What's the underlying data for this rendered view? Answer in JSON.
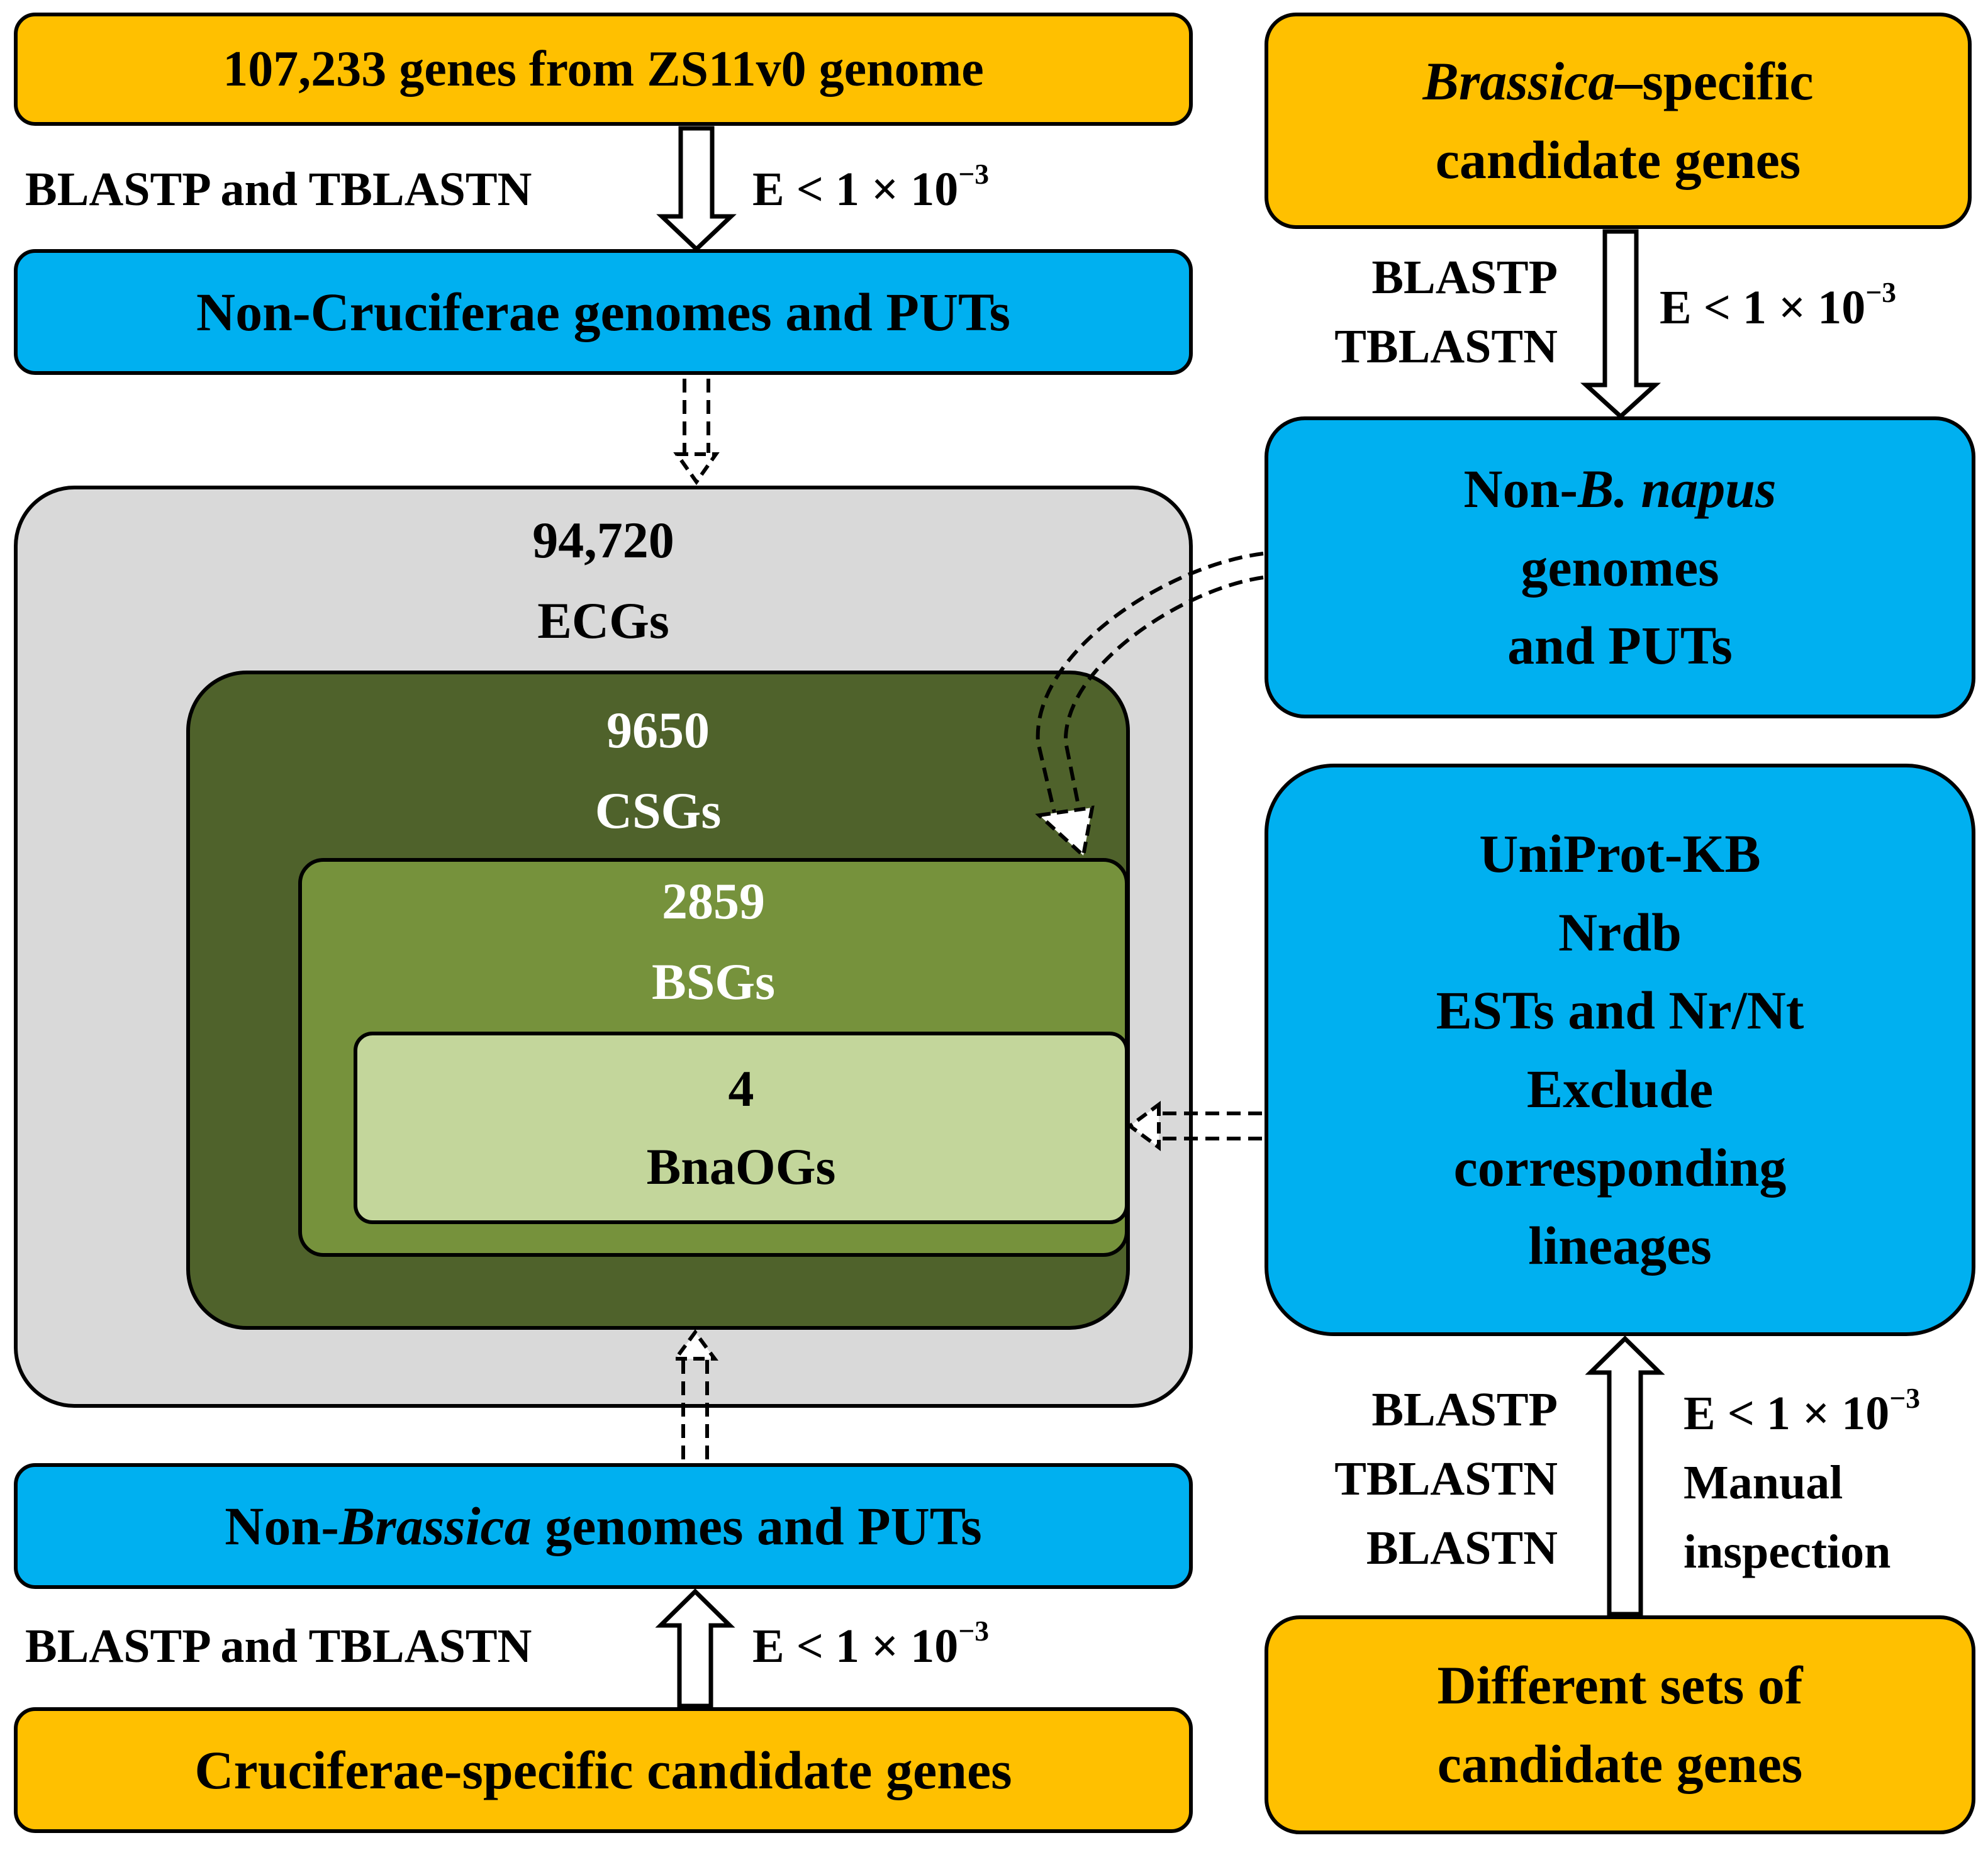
{
  "colors": {
    "input_box": "#ffc000",
    "database_box": "#00b0f0",
    "ecg_set": "#d9d9d9",
    "csg_set": "#4f622b",
    "bsg_set": "#76923c",
    "bnaog_set": "#c3d69b"
  },
  "boxes": {
    "zs11_genes": "107,233 genes from ZS11v0 genome",
    "non_cruciferae_db": "Non-Cruciferae genomes and PUTs",
    "brassica_candidates": {
      "line1_italic": "Brassica",
      "line1_rest": "–specific",
      "line2": "candidate genes"
    },
    "non_bnapus_db": {
      "line1_prefix": "Non-",
      "line1_italic": "B. napus",
      "line2": "genomes",
      "line3": "and PUTs"
    },
    "uniprot_db": [
      "UniProt-KB",
      "Nrdb",
      "ESTs and Nr/Nt",
      "Exclude",
      "corresponding",
      "lineages"
    ],
    "non_brassica_db": {
      "prefix": "Non-",
      "italic": "Brassica",
      "rest": " genomes and PUTs"
    },
    "cruciferae_candidates": "Cruciferae-specific candidate genes",
    "different_sets": [
      "Different sets of",
      "candidate genes"
    ]
  },
  "sets": {
    "ecg": {
      "count": "94,720",
      "name": "ECGs"
    },
    "csg": {
      "count": "9650",
      "name": "CSGs"
    },
    "bsg": {
      "count": "2859",
      "name": "BSGs"
    },
    "bnaog": {
      "count": "4",
      "name": "BnaOGs"
    }
  },
  "labels": {
    "top_left_method": "BLASTP and TBLASTN",
    "top_left_threshold": "E < 1 × 10",
    "top_right_method": [
      "BLASTP",
      "TBLASTN"
    ],
    "top_right_threshold": "E < 1 × 10",
    "bottom_left_method": "BLASTP and TBLASTN",
    "bottom_left_threshold": "E < 1 × 10",
    "bottom_right_method": [
      "BLASTP",
      "TBLASTN",
      "BLASTN"
    ],
    "bottom_right_threshold": "E < 1 × 10",
    "bottom_right_extra": [
      "Manual",
      "inspection"
    ],
    "exponent": "−3"
  }
}
